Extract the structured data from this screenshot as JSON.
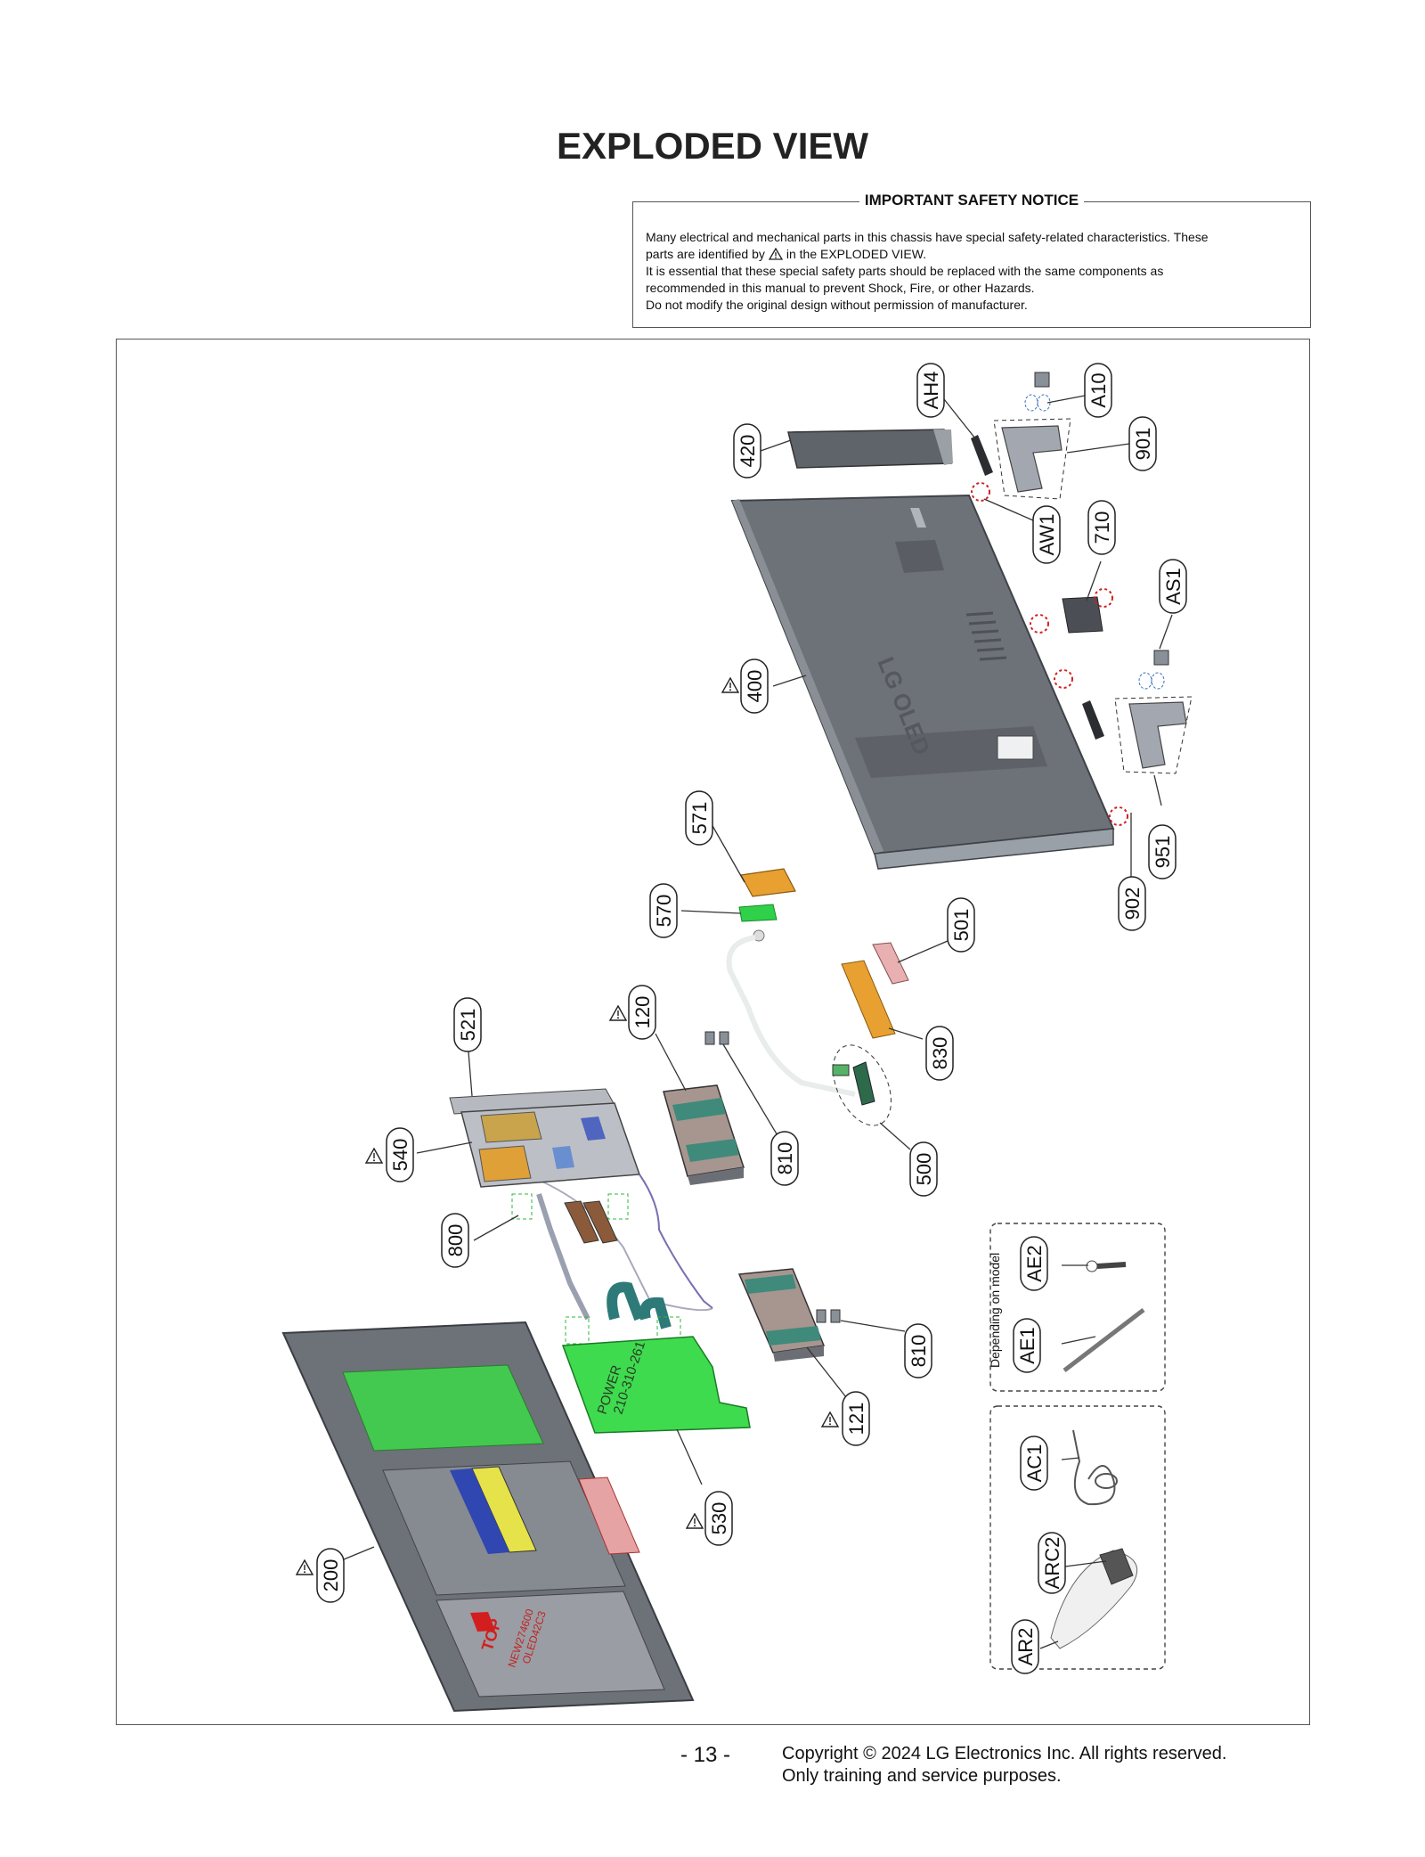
{
  "title": "EXPLODED VIEW",
  "notice": {
    "heading": "IMPORTANT SAFETY NOTICE",
    "line1": "Many electrical and mechanical parts in this chassis have special safety-related characteristics. These",
    "line2a": "parts are identified by",
    "line2b": "in the EXPLODED VIEW.",
    "line3": "It is essential that these special safety parts should be replaced with the same components as",
    "line4": "recommended in this manual to prevent Shock, Fire, or other Hazards.",
    "line5": "Do not modify the original design without permission of manufacturer."
  },
  "callouts": {
    "ah4": "AH4",
    "a10": "A10",
    "c420": "420",
    "c901": "901",
    "aw1": "AW1",
    "c710": "710",
    "as1": "AS1",
    "c400": "400",
    "c951": "951",
    "c902": "902",
    "c571": "571",
    "c570": "570",
    "c501": "501",
    "c521": "521",
    "c120": "120",
    "c830": "830",
    "c540": "540",
    "c810a": "810",
    "c500": "500",
    "c800": "800",
    "ae2": "AE2",
    "ae1": "AE1",
    "c810b": "810",
    "c121": "121",
    "ac1": "AC1",
    "c530": "530",
    "arc2": "ARC2",
    "ar2": "AR2",
    "c200": "200"
  },
  "depending_label": "Depending on model",
  "board_labels": {
    "power": "POWER",
    "power_code": "210-310-261",
    "top": "TOP",
    "panel_code1": "NEW274600",
    "panel_code2": "OLED42C3"
  },
  "footer": {
    "page": "- 13 -",
    "copyright": "Copyright © 2024 LG Electronics Inc. All rights reserved.",
    "purpose": "Only training and service purposes."
  }
}
